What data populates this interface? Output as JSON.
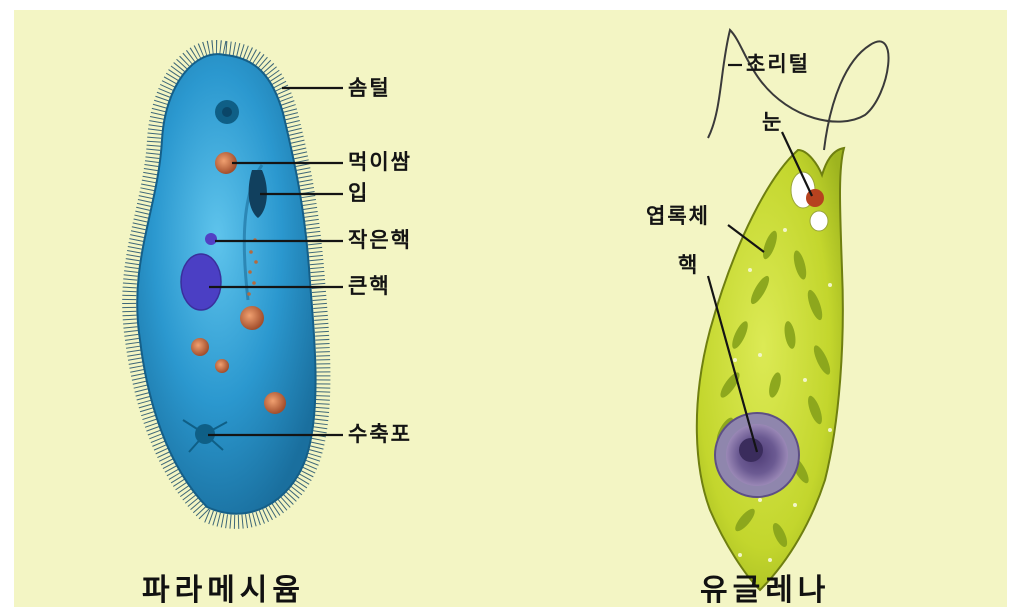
{
  "colors": {
    "background": "#f3f5c4",
    "paramecium_body": "#2f9fd2",
    "euglena_body": "#c9dc3a",
    "leader_line": "#141414"
  },
  "paramecium": {
    "caption": "파라메시윰",
    "labels": {
      "cilia": "솜털",
      "food_vacuole": "먹이쌈",
      "mouth": "입",
      "micronucleus": "작은핵",
      "macronucleus": "큰핵",
      "contractile_vacuole": "수축포"
    }
  },
  "euglena": {
    "caption": "유글레나",
    "labels": {
      "flagellum": "초리털",
      "eyespot": "눈",
      "chloroplast": "엽록체",
      "nucleus": "핵"
    }
  }
}
